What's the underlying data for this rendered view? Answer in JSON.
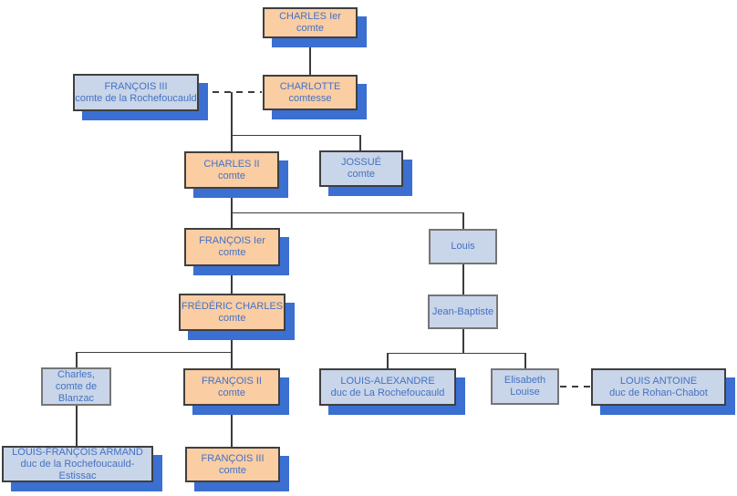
{
  "colors": {
    "orange-fill": "#FACDA3",
    "blue-fill": "#C9D5E8",
    "shadow-blue": "#3B6FD1",
    "text-blue": "#4472C4",
    "border-dark": "#3F3F3F",
    "border-gray": "#757575",
    "line": "#3C3C3C"
  },
  "diagram": {
    "type": "family-tree",
    "nodes": [
      {
        "id": "charles-1er",
        "name": "CHARLES Ier",
        "title": "comte"
      },
      {
        "id": "francois-3-la-rochefoucauld",
        "name": "FRANÇOIS III",
        "title": "comte de la Rochefoucauld"
      },
      {
        "id": "charlotte",
        "name": "CHARLOTTE",
        "title": "comtesse"
      },
      {
        "id": "charles-2",
        "name": "CHARLES II",
        "title": "comte"
      },
      {
        "id": "jossue",
        "name": "JOSSUÉ",
        "title": "comte"
      },
      {
        "id": "francois-1er",
        "name": "FRANÇOIS Ier",
        "title": "comte"
      },
      {
        "id": "louis",
        "name": "Louis"
      },
      {
        "id": "frederic-charles",
        "name": "FRÉDÉRIC CHARLES",
        "title": "comte"
      },
      {
        "id": "jean-baptiste",
        "name": "Jean-Baptiste"
      },
      {
        "id": "charles-blanzac",
        "name": "Charles,",
        "title": "comte de\nBlanzac"
      },
      {
        "id": "francois-2",
        "name": "FRANÇOIS II",
        "title": "comte"
      },
      {
        "id": "louis-alexandre",
        "name": "LOUIS-ALEXANDRE",
        "title": "duc de La Rochefoucauld"
      },
      {
        "id": "elisabeth-louise",
        "name": "Elisabeth",
        "title": "Louise"
      },
      {
        "id": "louis-antoine",
        "name": "LOUIS ANTOINE",
        "title": "duc de Rohan-Chabot"
      },
      {
        "id": "louis-francois-armand",
        "name": "LOUIS-FRANÇOIS ARMAND",
        "title": "duc de la Rochefoucauld-Estissac"
      },
      {
        "id": "francois-3",
        "name": "FRANÇOIS III",
        "title": "comte"
      }
    ],
    "edges": [
      {
        "from": "charles-1er",
        "to": "charlotte",
        "type": "parent-child"
      },
      {
        "from": "francois-3-la-rochefoucauld",
        "to": "charlotte",
        "type": "marriage"
      },
      {
        "from": "charlotte",
        "to": "charles-2",
        "type": "parent-child"
      },
      {
        "from": "charlotte",
        "to": "jossue",
        "type": "parent-child"
      },
      {
        "from": "charles-2",
        "to": "francois-1er",
        "type": "parent-child"
      },
      {
        "from": "charles-2",
        "to": "louis",
        "type": "parent-child"
      },
      {
        "from": "francois-1er",
        "to": "frederic-charles",
        "type": "parent-child"
      },
      {
        "from": "louis",
        "to": "jean-baptiste",
        "type": "parent-child"
      },
      {
        "from": "frederic-charles",
        "to": "charles-blanzac",
        "type": "parent-child"
      },
      {
        "from": "frederic-charles",
        "to": "francois-2",
        "type": "parent-child"
      },
      {
        "from": "jean-baptiste",
        "to": "louis-alexandre",
        "type": "parent-child"
      },
      {
        "from": "jean-baptiste",
        "to": "elisabeth-louise",
        "type": "parent-child"
      },
      {
        "from": "elisabeth-louise",
        "to": "louis-antoine",
        "type": "marriage"
      },
      {
        "from": "charles-blanzac",
        "to": "louis-francois-armand",
        "type": "parent-child"
      },
      {
        "from": "francois-2",
        "to": "francois-3",
        "type": "parent-child"
      }
    ]
  }
}
